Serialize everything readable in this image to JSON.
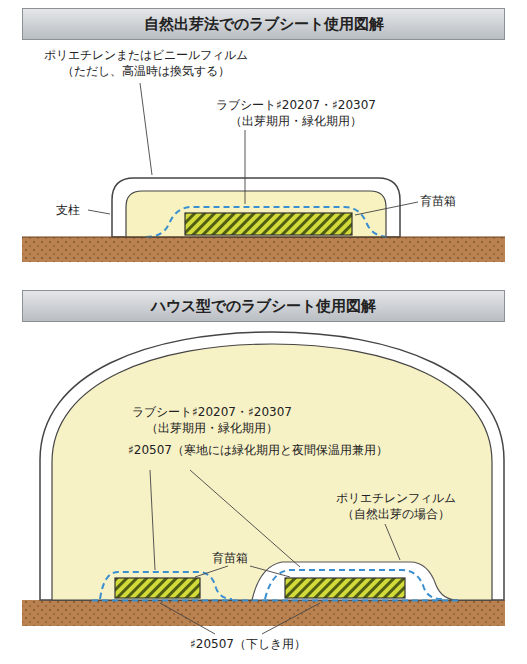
{
  "diagram": {
    "nodes": [
      {
        "text": [
          "自然出芽法でのラブシート使用図解"
        ]
      },
      {
        "text": [
          "ハウス型でのラブシート使用図解"
        ]
      }
    ],
    "labels": [
      "ポリエチレンまたはビニールフィルム （ただし、高温時は換気する）",
      "ラブシート♯20207・♯20307 （出芽期用・緑化期用）",
      "支柱",
      "育苗箱",
      "ラブシート♯20207・♯20307 （出芽期用・緑化期用）",
      "♯20507（寒地には緑化期用と夜間保温用兼用）",
      "ポリエチレンフィルム （自然出芽の場合）",
      "育苗箱",
      "♯20507（下しき用）"
    ]
  }
}
